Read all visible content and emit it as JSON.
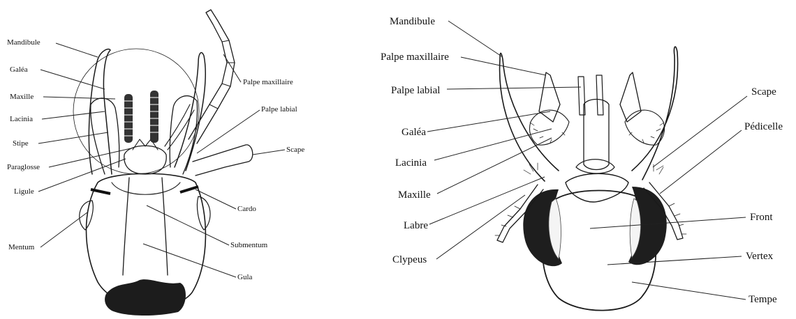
{
  "left_figure": {
    "labels": {
      "mandibule": "Mandibule",
      "galea": "Galéa",
      "maxille": "Maxille",
      "lacinia": "Lacinia",
      "stipe": "Stipe",
      "paraglosse": "Paraglosse",
      "ligule": "Ligule",
      "mentum": "Mentum",
      "palpe_maxillaire": "Palpe maxillaire",
      "palpe_labial": "Palpe labial",
      "scape": "Scape",
      "cardo": "Cardo",
      "submentum": "Submentum",
      "gula": "Gula"
    }
  },
  "right_figure": {
    "labels": {
      "mandibule": "Mandibule",
      "palpe_maxillaire": "Palpe maxillaire",
      "palpe_labial": "Palpe labial",
      "galea": "Galéa",
      "lacinia": "Lacinia",
      "maxille": "Maxille",
      "labre": "Labre",
      "clypeus": "Clypeus",
      "scape": "Scape",
      "pedicelle": "Pédicelle",
      "front": "Front",
      "vertex": "Vertex",
      "tempe": "Tempe"
    }
  }
}
